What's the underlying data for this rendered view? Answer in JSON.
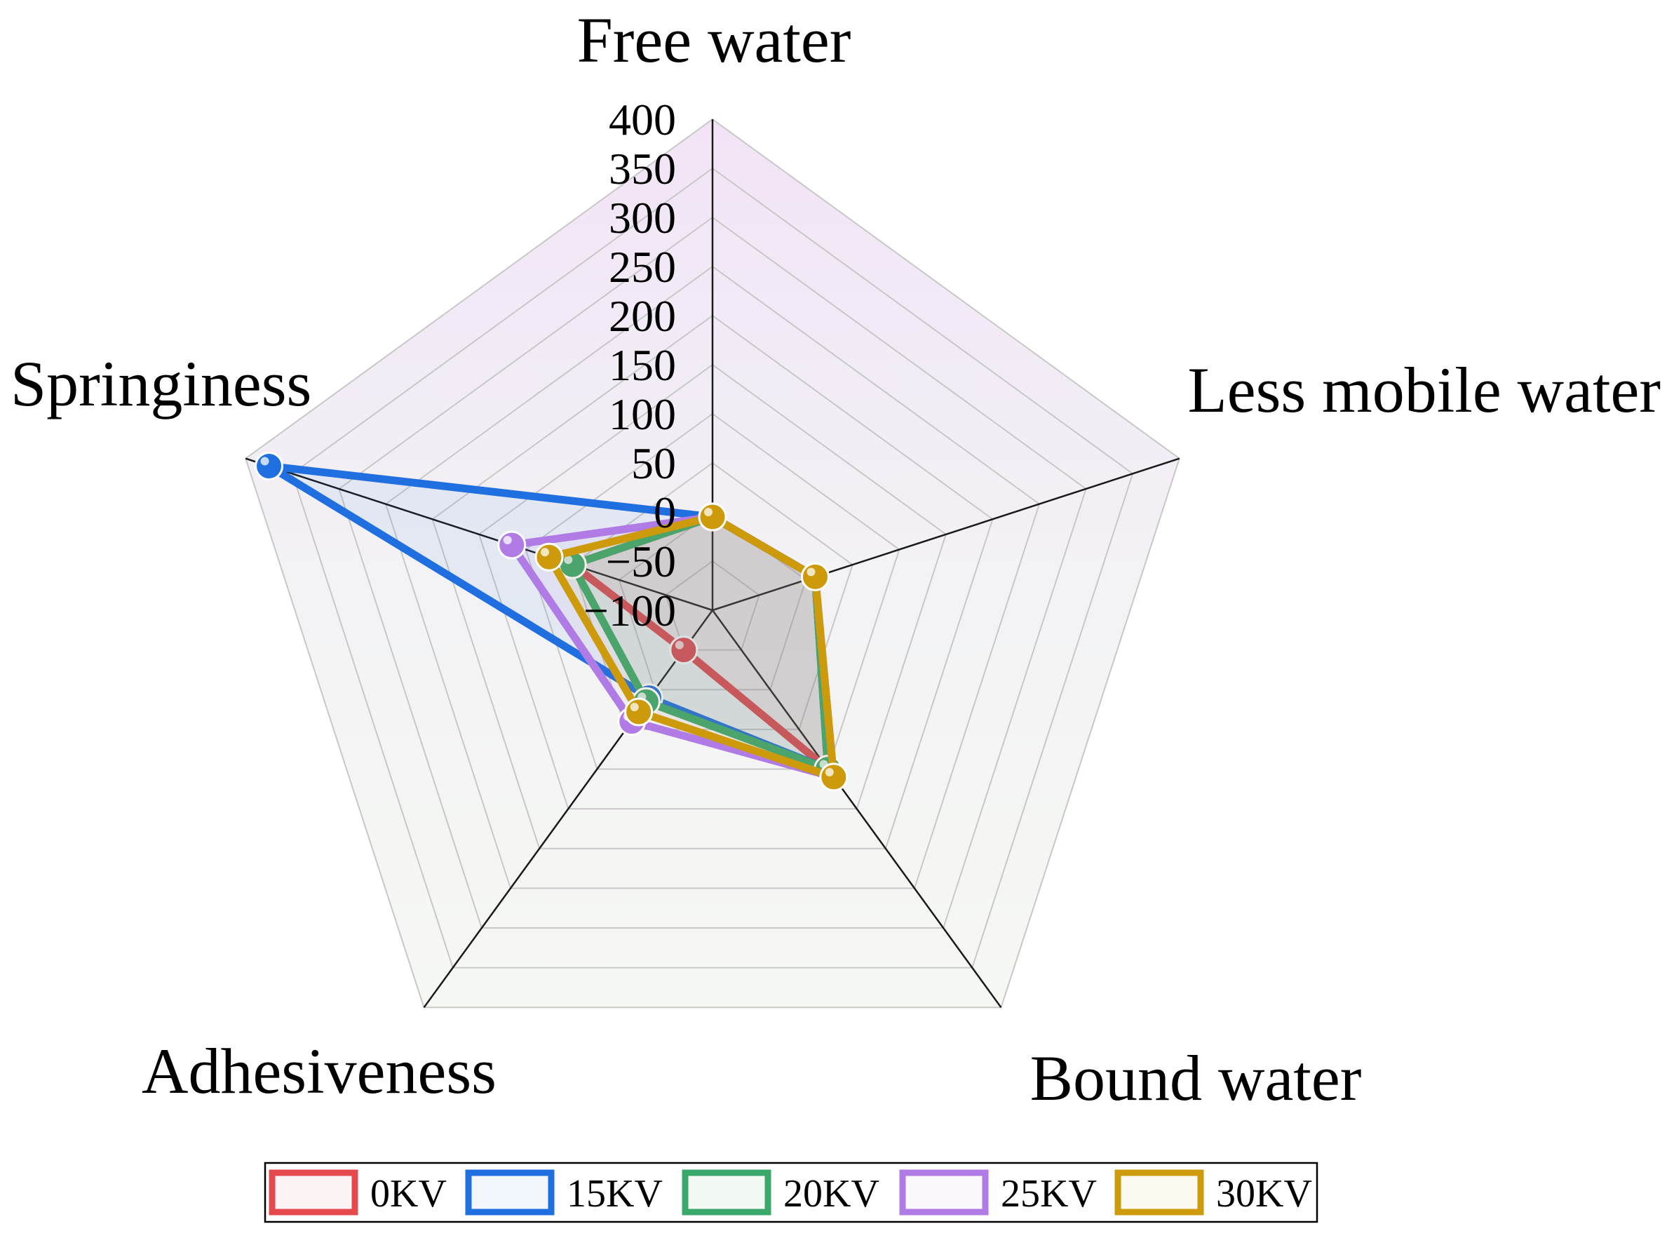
{
  "chart_data": {
    "type": "radar",
    "axes": [
      "Free water",
      "Less mobile water",
      "Bound water",
      "Adhesiveness",
      "Springiness"
    ],
    "rlim": [
      -100,
      400
    ],
    "ticks": [
      "400",
      "350",
      "300",
      "250",
      "200",
      "150",
      "100",
      "50",
      "0",
      "−50",
      "−100"
    ],
    "tick_values": [
      400,
      350,
      300,
      250,
      200,
      150,
      100,
      50,
      0,
      -50,
      -100
    ],
    "grid": true,
    "legend_position": "bottom",
    "series": [
      {
        "name": "0KV",
        "color": "#e5484d",
        "values": [
          -5,
          10,
          100,
          -50,
          50
        ]
      },
      {
        "name": "15KV",
        "color": "#1f6fe0",
        "values": [
          -5,
          10,
          100,
          10,
          375
        ]
      },
      {
        "name": "20KV",
        "color": "#3aa86b",
        "values": [
          -5,
          10,
          100,
          15,
          50
        ]
      },
      {
        "name": "25KV",
        "color": "#b07be5",
        "values": [
          -5,
          10,
          110,
          40,
          115
        ]
      },
      {
        "name": "30KV",
        "color": "#cc9a0a",
        "values": [
          -5,
          10,
          110,
          28,
          75
        ]
      }
    ]
  }
}
